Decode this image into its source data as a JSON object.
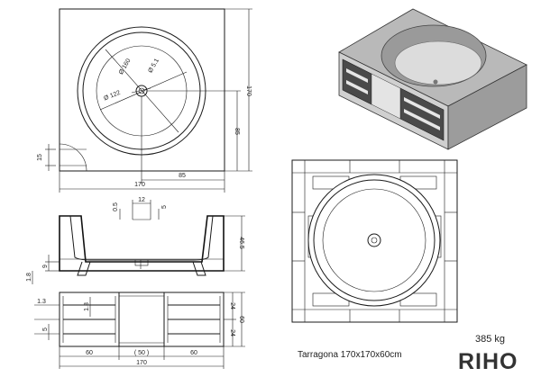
{
  "drawing": {
    "top_view": {
      "width_label": "170",
      "height_label": "170",
      "center_height_label": "85",
      "center_width_label": "85",
      "outer_diameter_label": "Ø 160",
      "inner_diameter_label": "Ø 122",
      "drain_label": "Ø 5.1",
      "corner_label": "15"
    },
    "section_view": {
      "top_dim_a": "12",
      "top_dim_b": "0.5",
      "top_dim_c": "5",
      "height_label": "46.5",
      "foot_label": "9",
      "base_label": "1.8"
    },
    "front_view": {
      "left_dim_a": "1.3",
      "left_dim_b": "1.3",
      "left_dim_c": "5",
      "right_dim_a": "24",
      "right_dim_b": "24",
      "height_label": "60",
      "bottom_seg_left": "60",
      "bottom_seg_mid": "( 50 )",
      "bottom_seg_right": "60",
      "total_width": "170"
    }
  },
  "model_name": "Tarragona 170x170x60cm",
  "weight": "385 kg",
  "brand": "RIHO"
}
